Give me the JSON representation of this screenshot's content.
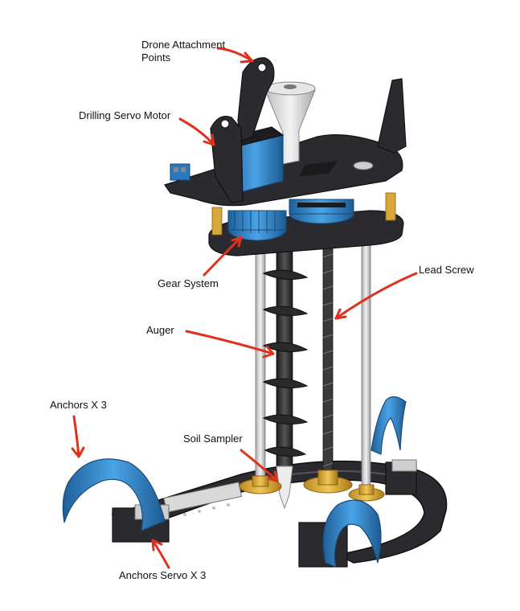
{
  "labels": {
    "drone_attachment": [
      "Drone Attachment",
      "Points"
    ],
    "drilling_servo": "Drilling Servo Motor",
    "gear_system": "Gear System",
    "lead_screw": "Lead Screw",
    "auger": "Auger",
    "anchors": "Anchors X 3",
    "soil_sampler": "Soil Sampler",
    "anchors_servo": "Anchors Servo X 3"
  },
  "colors": {
    "arrow": "#e0301e",
    "frame": "#2a2a2e",
    "brass": "#d9a83a",
    "blue": "#2f7fc4",
    "rod": "#d6d6d6",
    "white_part": "#e4e4e4"
  }
}
